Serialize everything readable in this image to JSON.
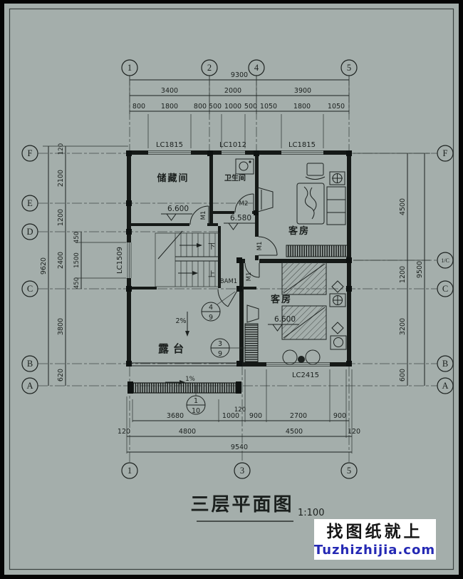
{
  "title_block": {
    "title": "三层平面图",
    "scale": "1:100"
  },
  "watermark": {
    "line1": "找图纸就上",
    "line2": "Tuzhizhijia.com"
  },
  "colors": {
    "canvas": "#a4aeab",
    "line": "#1d2220",
    "watermark_blue": "#2529b4"
  },
  "axis_bubbles": {
    "top": [
      "1",
      "2",
      "4",
      "5"
    ],
    "bottom": [
      "1",
      "3",
      "5"
    ],
    "left": [
      "F",
      "E",
      "D",
      "C",
      "B",
      "A"
    ],
    "right": [
      "F",
      "1/C",
      "C",
      "B",
      "A"
    ]
  },
  "dims": {
    "top_total": "9300",
    "top_major": [
      "3400",
      "2000",
      "3900"
    ],
    "top_minor": [
      "800",
      "1800",
      "800",
      "500",
      "1000",
      "500",
      "1050",
      "1800",
      "1050"
    ],
    "bottom_inner": [
      "3680",
      "1000",
      "900",
      "2700",
      "900"
    ],
    "bottom_inner_small": "120",
    "bottom_major": [
      "120",
      "4800",
      "4500",
      "120"
    ],
    "bottom_total": "9540",
    "left_chain": [
      "120",
      "2100",
      "1200",
      "2400",
      "3800",
      "620"
    ],
    "left_sub": [
      "450",
      "1500",
      "450"
    ],
    "left_total": "9620",
    "right_chain": [
      "4500",
      "1200",
      "3200",
      "600"
    ],
    "right_total": "9500"
  },
  "rooms": {
    "storage": "储藏间",
    "bath": "卫生间",
    "guest_upper": "客房",
    "guest_lower": "客房",
    "terrace": "露台"
  },
  "levels": {
    "storage": "6.600",
    "hall": "6.580",
    "guest_lower": "6.600"
  },
  "windows": {
    "top_left": "LC1815",
    "top_mid": "LC1012",
    "top_right": "LC1815",
    "left": "LC1509",
    "bottom": "LC2415"
  },
  "doors": {
    "m1": "M1",
    "m2": "M2",
    "bam": "BAM1"
  },
  "slopes": {
    "terrace": "2%",
    "railing": "1%"
  },
  "details": {
    "d1_num": "4",
    "d1_den": "9",
    "d2_num": "3",
    "d2_den": "9",
    "d3_num": "1",
    "d3_den": "10"
  },
  "stair": {
    "down": "下",
    "up": "上"
  }
}
